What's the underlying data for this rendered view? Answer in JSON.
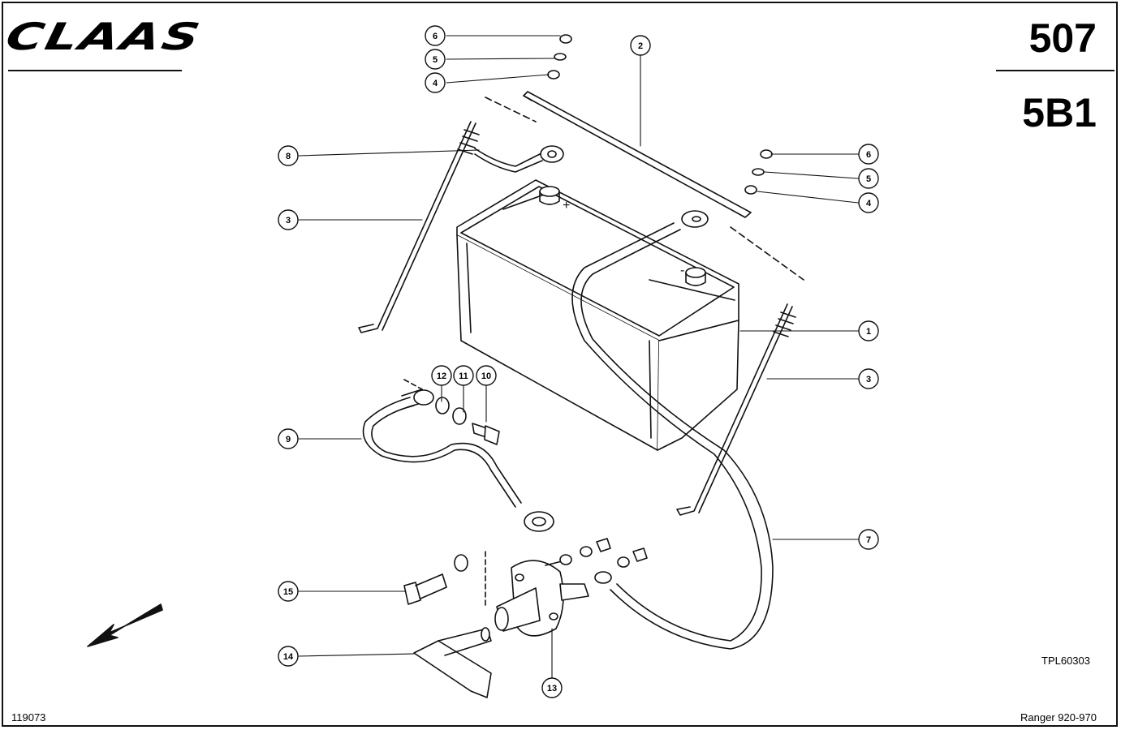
{
  "header": {
    "brand": "CLAAS",
    "page_number": "507",
    "group_code": "5B1"
  },
  "footer": {
    "sheet_number": "119073",
    "model": "Ranger 920-970",
    "drawing_ref": "TPL60303"
  },
  "callouts": [
    {
      "id": "6a",
      "label": "6"
    },
    {
      "id": "5a",
      "label": "5"
    },
    {
      "id": "4a",
      "label": "4"
    },
    {
      "id": "2",
      "label": "2"
    },
    {
      "id": "8",
      "label": "8"
    },
    {
      "id": "3a",
      "label": "3"
    },
    {
      "id": "6b",
      "label": "6"
    },
    {
      "id": "5b",
      "label": "5"
    },
    {
      "id": "4b",
      "label": "4"
    },
    {
      "id": "1",
      "label": "1"
    },
    {
      "id": "3b",
      "label": "3"
    },
    {
      "id": "12",
      "label": "12"
    },
    {
      "id": "11",
      "label": "11"
    },
    {
      "id": "10",
      "label": "10"
    },
    {
      "id": "9",
      "label": "9"
    },
    {
      "id": "7",
      "label": "7"
    },
    {
      "id": "15",
      "label": "15"
    },
    {
      "id": "14",
      "label": "14"
    },
    {
      "id": "13",
      "label": "13"
    }
  ],
  "terminal_marks": {
    "positive": "+",
    "negative": "-"
  },
  "icons": {
    "direction_arrow": "direction-arrow-icon"
  }
}
